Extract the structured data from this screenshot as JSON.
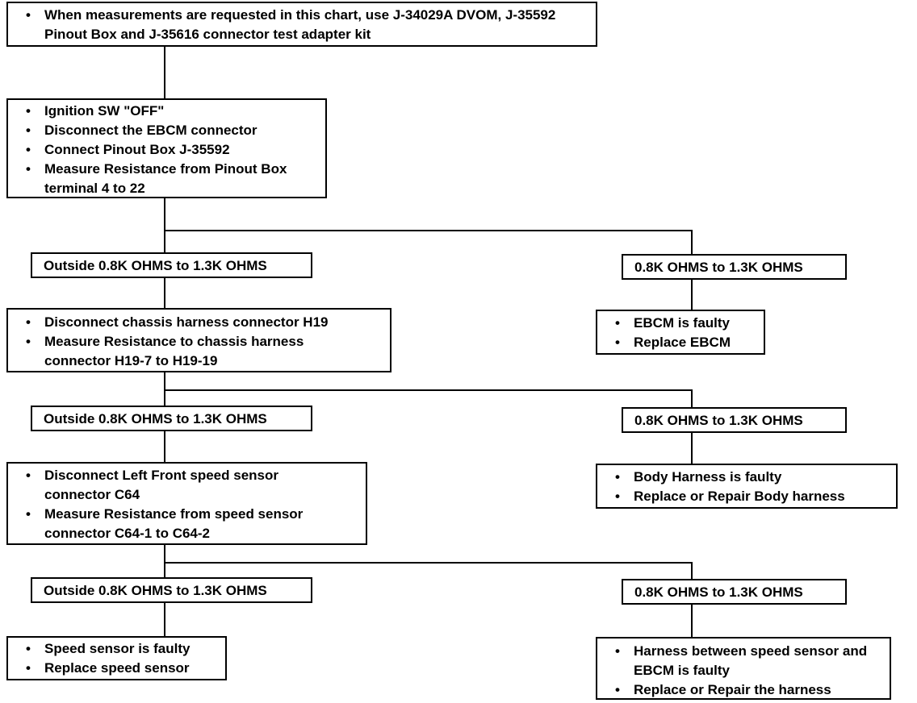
{
  "boxes": [
    {
      "id": "intro",
      "items": [
        "When measurements are requested in this chart, use J-34029A DVOM, J-35592 Pinout Box and J-35616 connector test adapter kit"
      ]
    },
    {
      "id": "step1",
      "items": [
        "Ignition SW \"OFF\"",
        "Disconnect the EBCM connector",
        "Connect Pinout Box J-35592",
        "Measure Resistance from Pinout Box terminal 4 to 22"
      ]
    },
    {
      "id": "step2",
      "items": [
        "Disconnect chassis harness connector H19",
        "Measure Resistance to chassis harness connector H19-7 to H19-19"
      ]
    },
    {
      "id": "ebcm_result",
      "items": [
        "EBCM is faulty",
        "Replace EBCM"
      ]
    },
    {
      "id": "step3",
      "items": [
        "Disconnect Left Front speed sensor connector C64",
        "Measure Resistance from speed sensor connector C64-1 to C64-2"
      ]
    },
    {
      "id": "body_result",
      "items": [
        "Body Harness is faulty",
        "Replace or Repair Body harness"
      ]
    },
    {
      "id": "sensor_result",
      "items": [
        "Speed sensor is faulty",
        "Replace speed sensor"
      ]
    },
    {
      "id": "harness_result",
      "items": [
        "Harness between speed sensor and EBCM is faulty",
        "Replace or Repair the harness"
      ]
    }
  ],
  "labels": {
    "outside_1": "Outside 0.8K OHMS to 1.3K OHMS",
    "inside_1": "0.8K OHMS to 1.3K OHMS",
    "outside_2": "Outside 0.8K OHMS to 1.3K OHMS",
    "inside_2": "0.8K OHMS to 1.3K OHMS",
    "outside_3": "Outside 0.8K OHMS to 1.3K OHMS",
    "inside_3": "0.8K OHMS to 1.3K OHMS"
  },
  "bullet_char": "•"
}
